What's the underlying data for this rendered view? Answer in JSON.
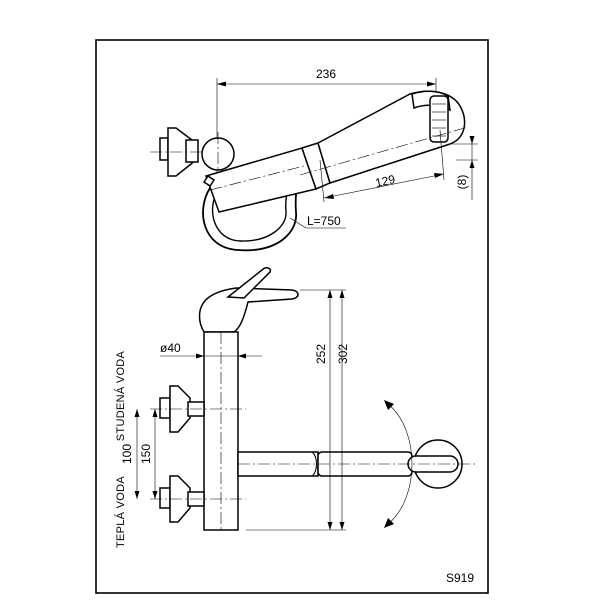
{
  "drawing": {
    "code": "S919",
    "top_view": {
      "dim_length": "236",
      "dim_pullout": "129",
      "dim_offset": "(8)",
      "dim_hose": "L=750"
    },
    "front_view": {
      "dim_diameter": "ø40",
      "dim_height_252": "252",
      "dim_height_302": "302",
      "dim_spacing_100": "100",
      "dim_spacing_150": "150",
      "label_cold": "STUDENÁ VODA",
      "label_hot": "TEPLÁ VODA"
    }
  }
}
